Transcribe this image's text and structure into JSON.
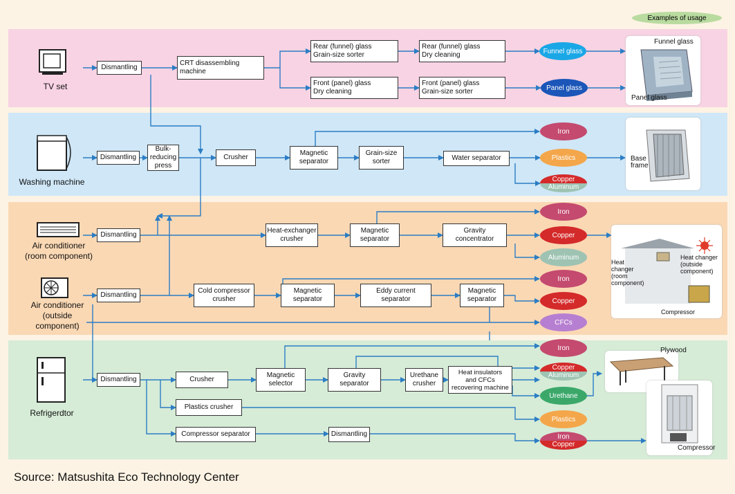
{
  "legend": "Examples of usage",
  "source": "Source: Matsushita Eco Technology Center",
  "colors": {
    "tv_band": "#f8d3e3",
    "wash_band": "#cfe7f7",
    "ac_band": "#fad8b4",
    "ref_band": "#d6ecd7",
    "line": "#2b7dc4",
    "iron": "#c44a6f",
    "copper": "#d42a2a",
    "aluminum": "#9ec3b3",
    "plastics": "#f4a64a",
    "cfcs": "#b77fd1",
    "urethane": "#3ba86a",
    "funnel": "#1aa7e6",
    "panel": "#1b56b8"
  },
  "products": {
    "tv": "TV set",
    "washing": "Washing machine",
    "ac_room": "Air conditioner\n(room component)",
    "ac_outside": "Air conditioner\n(outside\ncomponent)",
    "fridge": "Refrigerdtor"
  },
  "boxes": {
    "tv_dismantling": "Dismantling",
    "crt": "CRT disassembling machine",
    "rear_sorter": "Rear (funnel) glass\nGrain-size sorter",
    "rear_clean": "Rear (funnel) glass\nDry cleaning",
    "front_clean": "Front (panel) glass\nDry cleaning",
    "front_sorter": "Front (panel) glass\nGrain-size sorter",
    "wm_dismantling": "Dismantling",
    "bulk": "Bulk-\nreducing\npress",
    "crusher": "Crusher",
    "wm_magnetic": "Magnetic\nseparator",
    "grain": "Grain-size\nsorter",
    "water": "Water separator",
    "acr_dismantling": "Dismantling",
    "heat_ex": "Heat-exchanger\ncrusher",
    "acr_magnetic": "Magnetic\nseparator",
    "gravity_conc": "Gravity\nconcentrator",
    "aco_dismantling": "Dismantling",
    "cold": "Cold compressor\ncrusher",
    "aco_magnetic1": "Magnetic\nseparator",
    "eddy": "Eddy current\nseparator",
    "aco_magnetic2": "Magnetic\nseparator",
    "ref_dismantling": "Dismantling",
    "ref_crusher": "Crusher",
    "mag_selector": "Magnetic\nselector",
    "gravity_sep": "Gravity\nseparator",
    "urethane_crusher": "Urethane\ncrusher",
    "heat_ins": "Heat insulators\nand CFCs\nrecovering machine",
    "plastics_crusher": "Plastics crusher",
    "comp_sep": "Compressor separator",
    "ref_dismantling2": "Dismantling"
  },
  "outputs": {
    "funnel": "Funnel glass",
    "panel": "Panel glass",
    "wm_iron": "Iron",
    "wm_plastics": "Plastics",
    "wm_copper": "Copper",
    "wm_aluminum": "Aluminum",
    "ac_iron1": "Iron",
    "ac_copper1": "Copper",
    "ac_aluminum": "Aluminum",
    "ac_iron2": "Iron",
    "ac_copper2": "Copper",
    "cfcs": "CFCs",
    "ref_iron": "Iron",
    "ref_copper": "Copper",
    "ref_aluminum": "Aluminum",
    "ref_urethane": "Urethane",
    "ref_plastics": "Plastics",
    "ref_iron2": "Iron",
    "ref_copper2": "Copper"
  },
  "photo_labels": {
    "funnel_glass": "Funnel glass",
    "panel_glass": "Panel glass",
    "base_frame": "Base\nframe",
    "heat_room": "Heat\nchanger\n(room\ncomponent)",
    "heat_outside": "Heat changer\n(outside\ncomponent)",
    "compressor_ac": "Compressor",
    "plywood": "Plywood",
    "compressor_ref": "Compressor"
  }
}
